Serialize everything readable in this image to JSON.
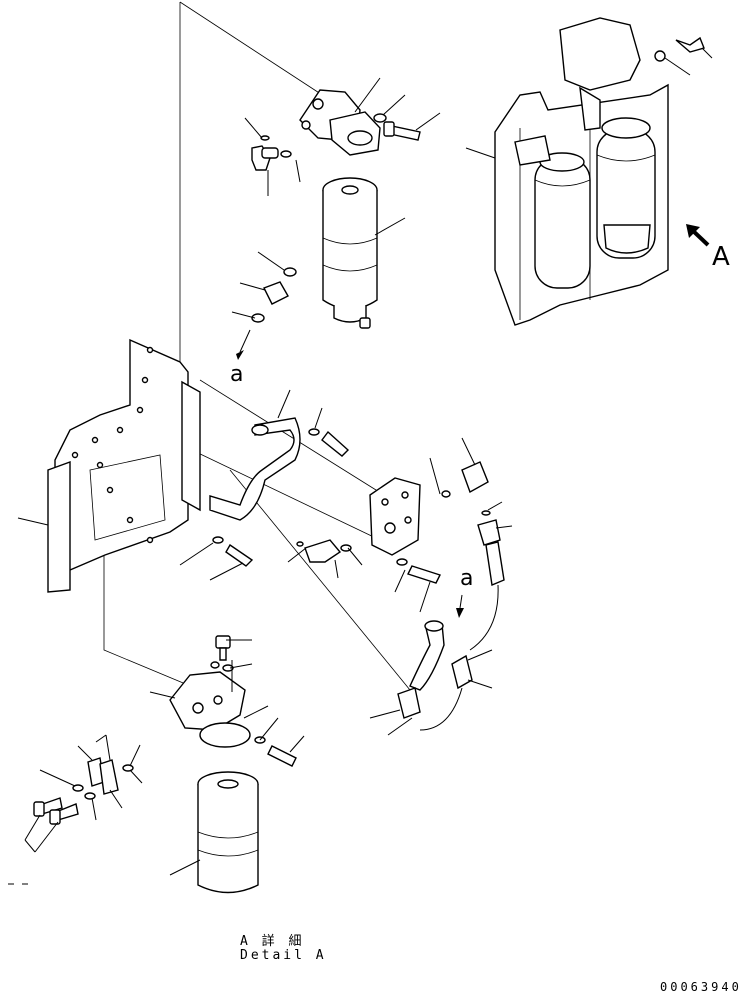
{
  "view_label": "A",
  "connection_marks": [
    "a",
    "a"
  ],
  "detail_caption_jp": "A 詳 細",
  "detail_caption_en": "Detail A",
  "drawing_code": "00063940"
}
